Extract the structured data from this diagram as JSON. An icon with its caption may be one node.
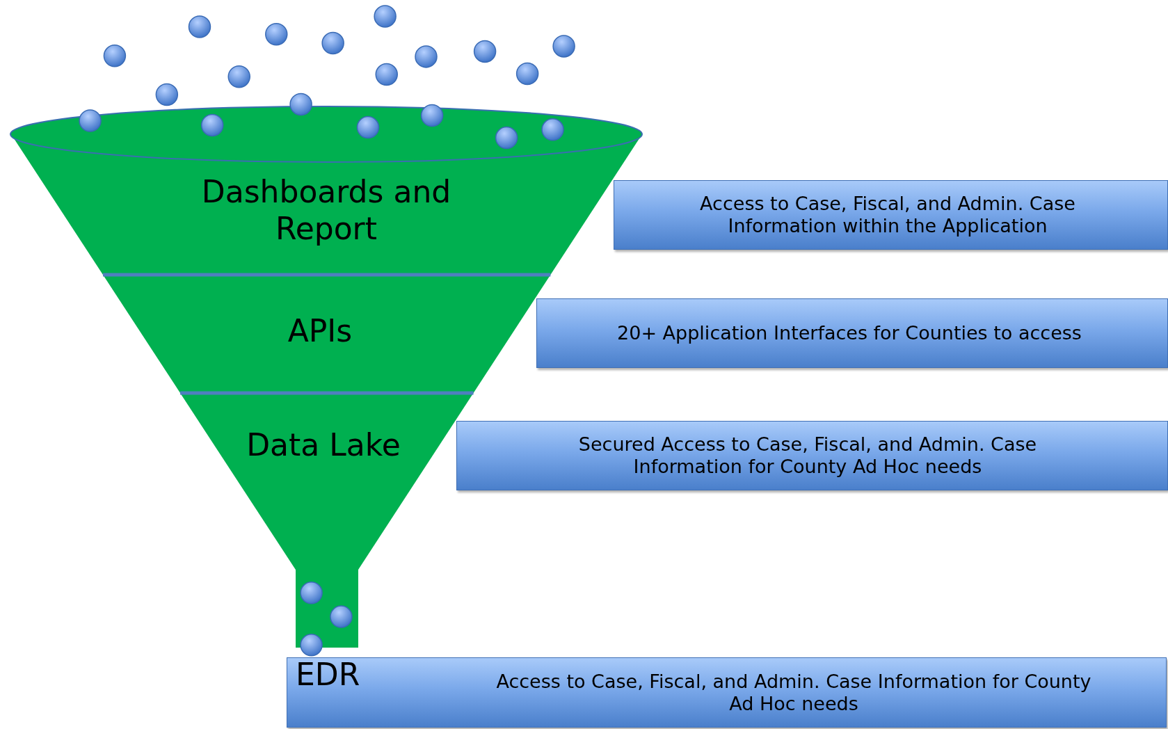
{
  "diagram": {
    "nodes": [
      {
        "text": [
          "Dashboards and Report"
        ]
      },
      {
        "text": [
          "APIs"
        ]
      },
      {
        "text": [
          "Data Lake"
        ]
      },
      {
        "text": [
          "Access to Case, Fiscal, and Admin. Case Information within the Application"
        ]
      },
      {
        "text": [
          "20+ Application Interfaces for Counties to access"
        ]
      },
      {
        "text": [
          "Secured Access to Case, Fiscal, and Admin. Case Information for County Ad Hoc needs"
        ]
      },
      {
        "text": [
          "EDR",
          "Access to Case, Fiscal, and Admin. Case Information for County Ad Hoc needs"
        ]
      }
    ]
  }
}
